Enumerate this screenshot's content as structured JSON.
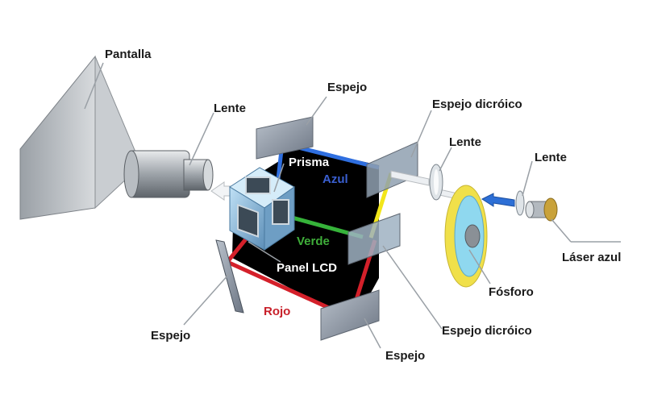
{
  "labels": {
    "pantalla": "Pantalla",
    "lente_objetivo": "Lente",
    "espejo_superior": "Espejo",
    "espejo_dicroico_superior": "Espejo dicróico",
    "lente_media": "Lente",
    "lente_laser": "Lente",
    "prisma": "Prisma",
    "azul": "Azul",
    "verde": "Verde",
    "panel_lcd": "Panel LCD",
    "rojo": "Rojo",
    "espejo_izquierdo": "Espejo",
    "espejo_inferior": "Espejo",
    "espejo_dicroico_inferior": "Espejo dicróico",
    "fosforo": "Fósforo",
    "laser_azul": "Láser azul"
  },
  "colors": {
    "blue_path": "#2f6fe0",
    "yellow_path": "#f2e61a",
    "green_path": "#36b33a",
    "red_path": "#d4202a",
    "interior": "#000000",
    "mirror": "#8f9aa8",
    "phosphor_rim": "#f0e04a",
    "phosphor_inner": "#8fd8ef"
  }
}
